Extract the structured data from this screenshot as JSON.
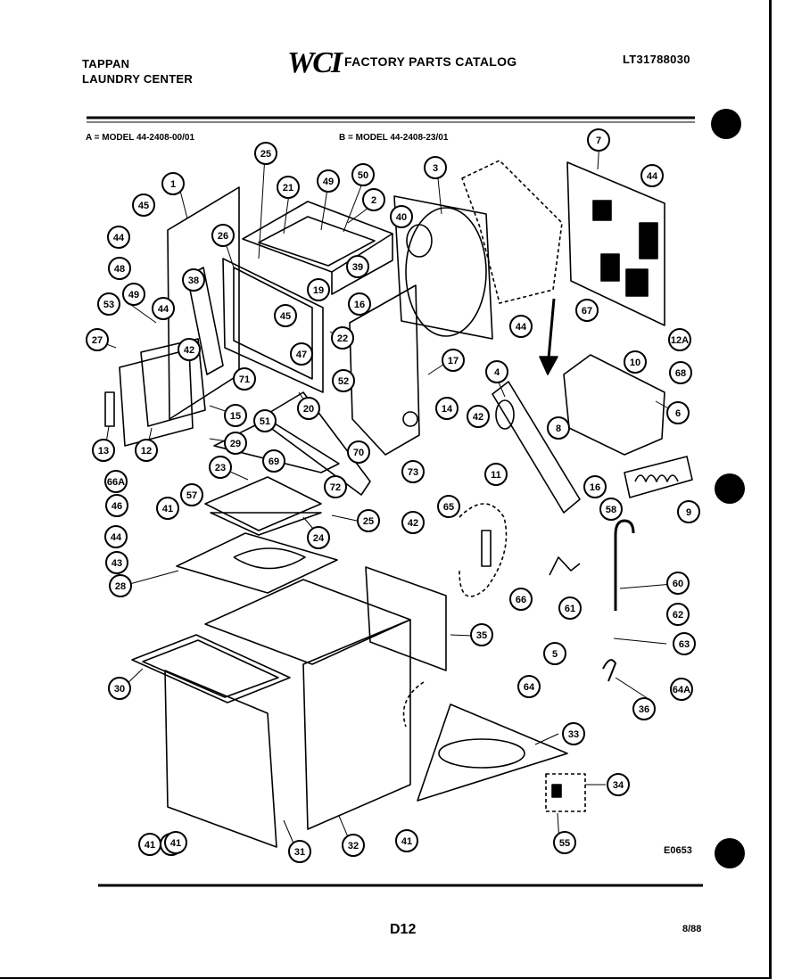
{
  "header": {
    "brand_line1": "TAPPAN",
    "brand_line2": "LAUNDRY CENTER",
    "logo_text": "WCI",
    "catalog_title": "FACTORY PARTS CATALOG",
    "catalog_id": "LT31788030"
  },
  "models": {
    "a": "A = MODEL 44-2408-00/01",
    "b": "B = MODEL 44-2408-23/01"
  },
  "callouts": [
    "1",
    "2",
    "3",
    "4",
    "5",
    "6",
    "7",
    "8",
    "9",
    "10",
    "11",
    "12",
    "12A",
    "13",
    "14",
    "15",
    "16",
    "16",
    "17",
    "19",
    "20",
    "21",
    "22",
    "23",
    "24",
    "25",
    "25",
    "26",
    "27",
    "28",
    "29",
    "30",
    "31",
    "32",
    "33",
    "34",
    "35",
    "36",
    "38",
    "39",
    "40",
    "41",
    "41",
    "41",
    "41",
    "41",
    "42",
    "42",
    "42",
    "43",
    "44",
    "44",
    "44",
    "44",
    "44",
    "45",
    "45",
    "46",
    "47",
    "48",
    "49",
    "49",
    "50",
    "51",
    "52",
    "53",
    "55",
    "57",
    "58",
    "60",
    "61",
    "62",
    "63",
    "64",
    "64A",
    "65",
    "66",
    "66A",
    "67",
    "68",
    "69",
    "70",
    "71",
    "72",
    "73"
  ],
  "footer": {
    "diagram_code": "E0653",
    "page_number": "D12",
    "date": "8/88"
  }
}
